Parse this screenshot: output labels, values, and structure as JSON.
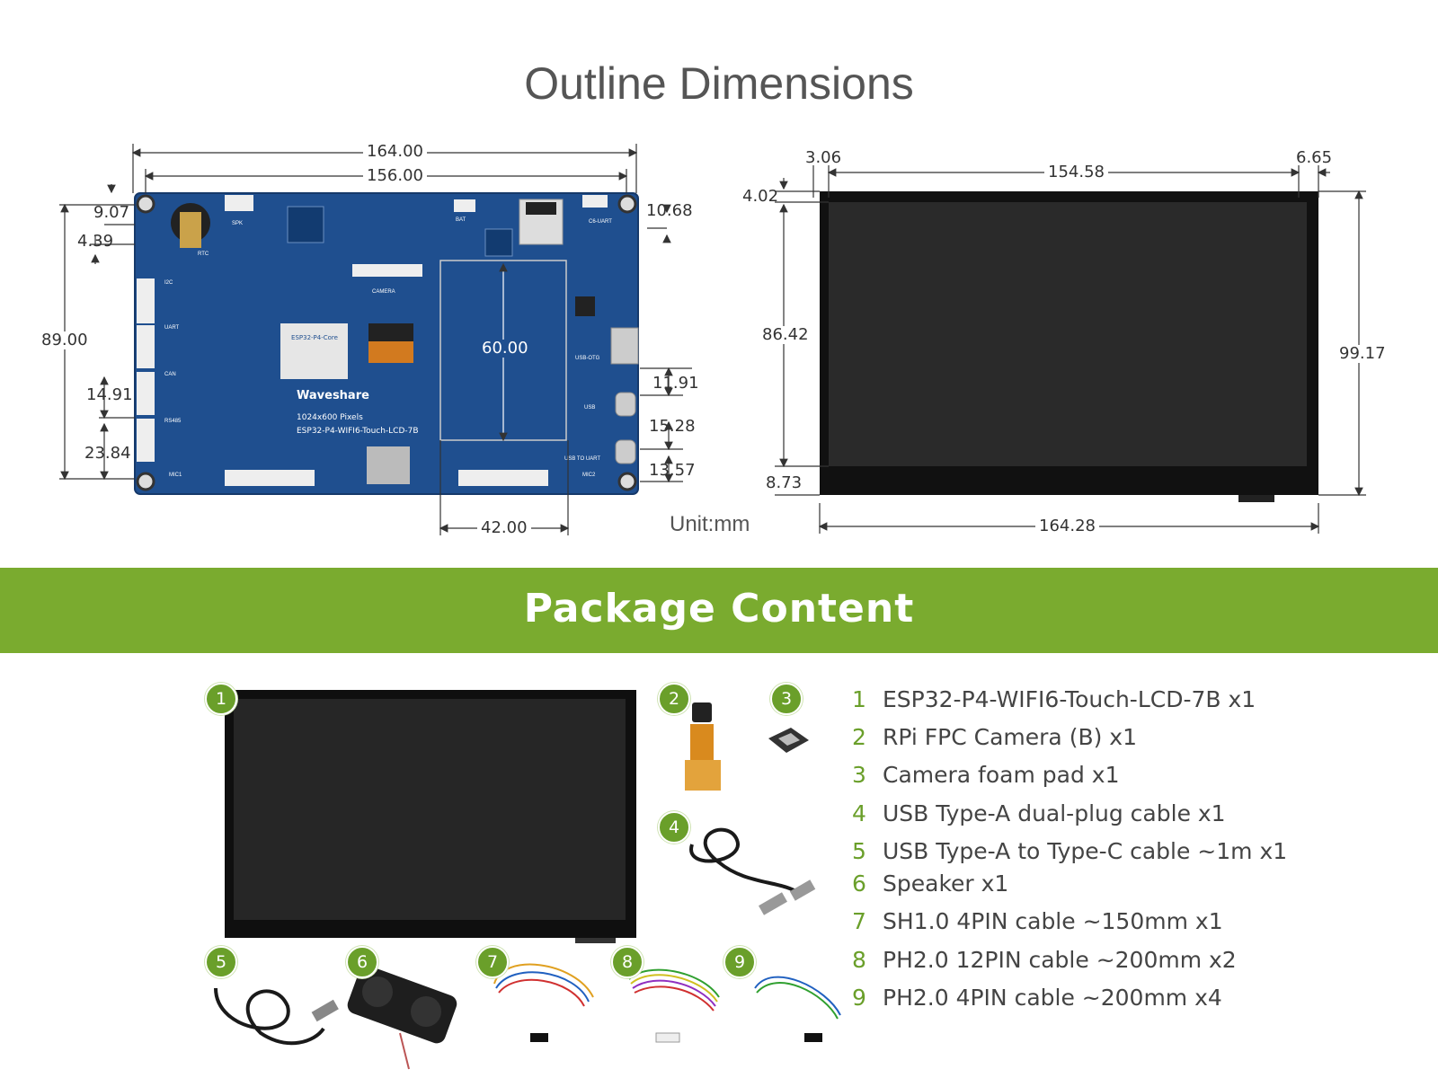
{
  "outline": {
    "title": "Outline Dimensions",
    "unit_label": "Unit:mm",
    "board_brand": "Waveshare",
    "board_chip": "ESP32-P4-Core",
    "board_pixels": "1024x600 Pixels",
    "board_model": "ESP32-P4-WIFI6-Touch-LCD-7B",
    "board_labels": [
      "SPK",
      "BAT",
      "RTC",
      "CAMERA",
      "C6-UART",
      "USB-OTG",
      "USB",
      "USB TO UART",
      "I2C",
      "UART",
      "CAN",
      "RS485",
      "MIC1",
      "MIC2"
    ],
    "front_dims": {
      "w164": "164.00",
      "w156": "156.00",
      "h89": "89.00",
      "d907": "9.07",
      "d439": "4.39",
      "d1068": "10.68",
      "d1491": "14.91",
      "d2384": "23.84",
      "d1191": "11.91",
      "d1528": "15.28",
      "d1357": "13.57",
      "d60": "60.00",
      "d42": "42.00"
    },
    "back_dims": {
      "d306": "3.06",
      "d15458": "154.58",
      "d665": "6.65",
      "d402": "4.02",
      "d8642": "86.42",
      "d9917": "99.17",
      "d873": "8.73",
      "d16428": "164.28"
    }
  },
  "package": {
    "title": "Package Content",
    "items": [
      {
        "num": "1",
        "label": "ESP32-P4-WIFI6-Touch-LCD-7B x1"
      },
      {
        "num": "2",
        "label": "RPi FPC Camera (B) x1"
      },
      {
        "num": "3",
        "label": "Camera foam pad x1"
      },
      {
        "num": "4",
        "label": "USB Type-A dual-plug cable x1"
      },
      {
        "num": "5",
        "label": "USB Type-A to Type-C cable ~1m x1"
      },
      {
        "num": "6",
        "label": "Speaker x1"
      },
      {
        "num": "7",
        "label": "SH1.0 4PIN cable ~150mm x1"
      },
      {
        "num": "8",
        "label": "PH2.0 12PIN cable ~200mm x2"
      },
      {
        "num": "9",
        "label": "PH2.0 4PIN cable ~200mm x4"
      }
    ]
  },
  "colors": {
    "accent_green": "#7aab2f",
    "badge_green": "#6a9f2a",
    "pcb_blue": "#1f4f8f",
    "screen_black": "#111111"
  }
}
